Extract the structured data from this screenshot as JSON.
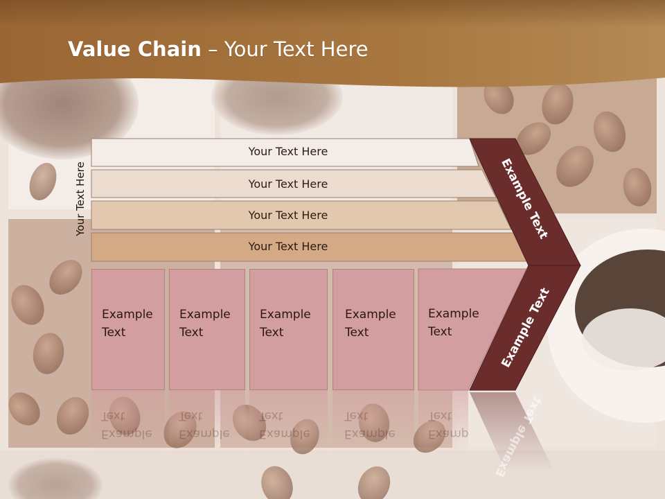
{
  "slide": {
    "title_bold": "Value Chain",
    "title_rest": " – Your Text Here",
    "side_label": "Your Text Here"
  },
  "rows": [
    {
      "label": "Your Text Here",
      "color": "#f4ece7"
    },
    {
      "label": "Your Text Here",
      "color": "#ecdccf"
    },
    {
      "label": "Your Text Here",
      "color": "#e3c8b0"
    },
    {
      "label": "Your Text Here",
      "color": "#d3a986"
    }
  ],
  "boxes": [
    {
      "line1": "Example",
      "line2": "Text"
    },
    {
      "line1": "Example",
      "line2": "Text"
    },
    {
      "line1": "Example",
      "line2": "Text"
    },
    {
      "line1": "Example",
      "line2": "Text"
    },
    {
      "line1": "Example",
      "line2": "Text"
    }
  ],
  "chevron": {
    "upper_text": "Example Text",
    "lower_text": "Example Text",
    "color": "#6b2d2c"
  },
  "colors": {
    "header": "#a86f3a",
    "box_fill": "#d29ea0"
  },
  "background": {
    "images": [
      "coffee-cup",
      "coffee-beans",
      "coffee-cup",
      "coffee-beans"
    ]
  }
}
